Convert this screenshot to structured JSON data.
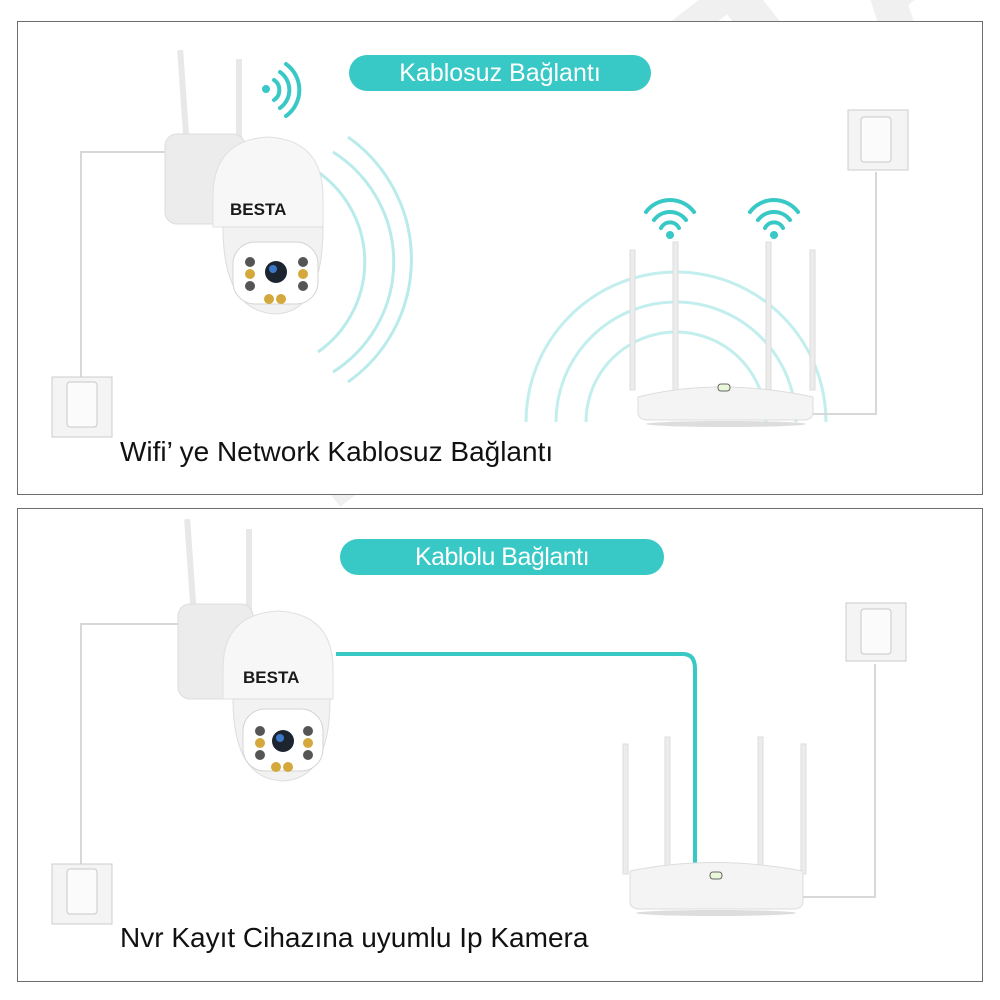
{
  "brand": {
    "name": "BESTA",
    "accent_color": "#38c8c6",
    "logo_accent_color": "#e8b63a"
  },
  "panels": [
    {
      "id": "wireless",
      "pill_label": "Kablosuz Bağlantı",
      "caption": "Wifi’ ye Network Kablosuz Bağlantı",
      "icons": [
        "ptz-camera",
        "wifi-signal-icon",
        "wall-socket",
        "router",
        "wifi-icon",
        "wifi-icon",
        "wall-socket"
      ]
    },
    {
      "id": "wired",
      "pill_label": "Kablolu Bağlantı",
      "caption": "Nvr Kayıt Cihazına uyumlu Ip Kamera",
      "icons": [
        "ptz-camera",
        "ethernet-cable",
        "wall-socket",
        "router",
        "wall-socket"
      ]
    }
  ],
  "watermark": "BESTA"
}
